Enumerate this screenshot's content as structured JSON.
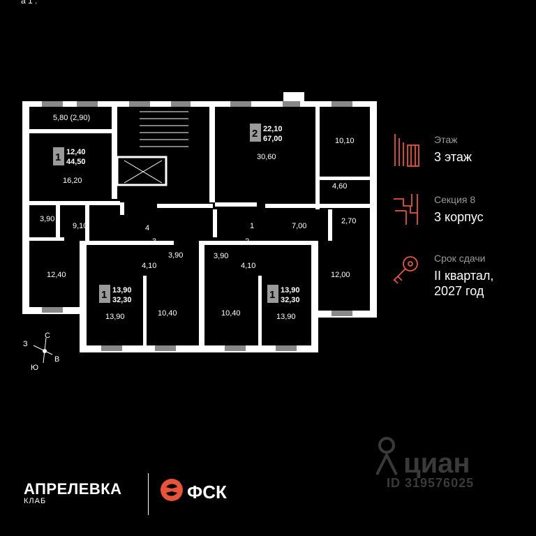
{
  "top_fragment": "а 1 .",
  "plan": {
    "rooms": {
      "balcony_tl": "5,80 (2,90)",
      "living_tl": "16,20",
      "bath_l": "3,90",
      "hall_l": "9,10",
      "room_l": "12,40",
      "big_room": "30,60",
      "room_tr": "10,10",
      "bath_tr": "4,60",
      "hall_tr": "7,00",
      "wc_tr": "2,70",
      "room_r": "12,00",
      "bath_cl": "3,90",
      "bath_cr": "3,90",
      "hall_cl": "4,10",
      "hall_cr": "4,10",
      "living_cl": "13,90",
      "kitchen_cl": "10,40",
      "kitchen_cr": "10,40",
      "living_cr": "13,90"
    },
    "door_numbers": [
      "4",
      "3",
      "1",
      "2"
    ],
    "apartments": [
      {
        "rooms": "1",
        "living": "12,40",
        "total": "44,50"
      },
      {
        "rooms": "2",
        "living": "22,10",
        "total": "67,00"
      },
      {
        "rooms": "1",
        "living": "13,90",
        "total": "32,30"
      },
      {
        "rooms": "1",
        "living": "13,90",
        "total": "32,30"
      }
    ],
    "compass": {
      "w": "З",
      "n": "С",
      "s": "Ю",
      "e": "В"
    }
  },
  "legend": {
    "floor_label": "Этаж",
    "floor_value": "3 этаж",
    "section_label": "Секция 8",
    "section_value": "3 корпус",
    "deadline_label": "Срок сдачи",
    "deadline_value_1": "II квартал,",
    "deadline_value_2": "2027 год",
    "accent_color": "#e8533a"
  },
  "brand": {
    "name": "АПРЕЛЕВКА",
    "sub": "КЛАБ",
    "developer": "ФСК"
  },
  "watermark": {
    "name": "циан",
    "id": "ID 319576025"
  }
}
